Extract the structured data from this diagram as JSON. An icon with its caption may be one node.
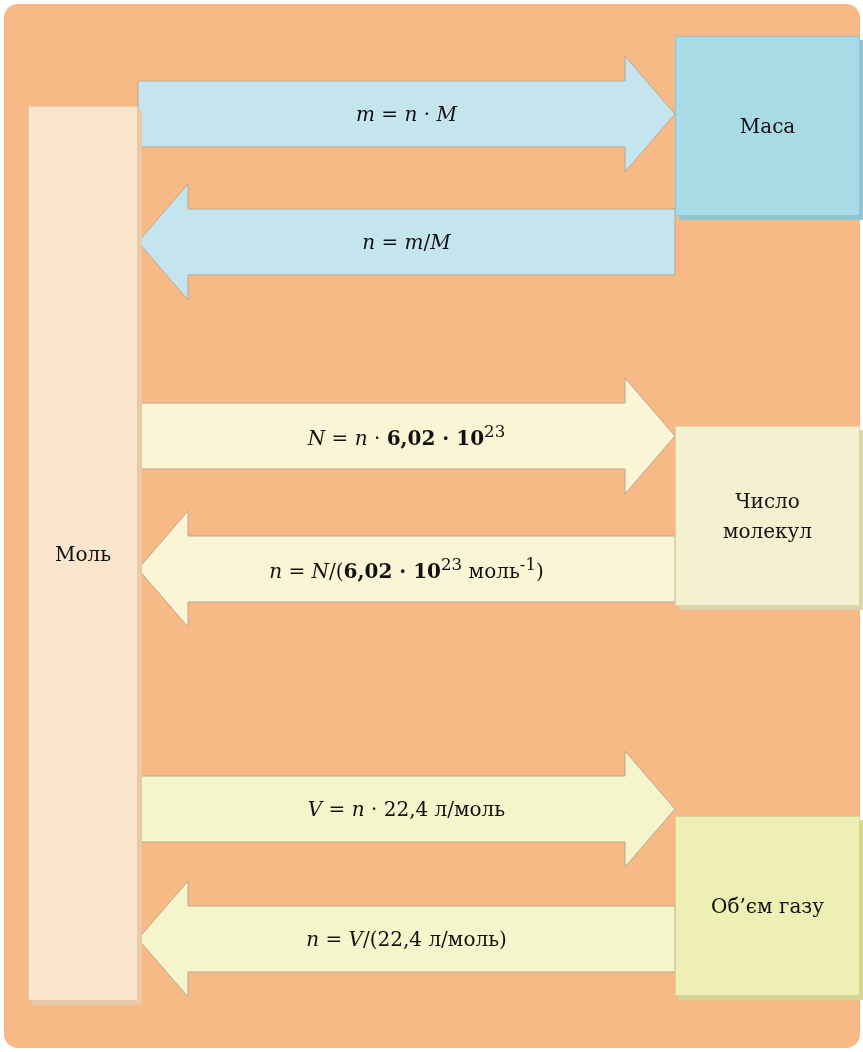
{
  "diagram": {
    "nodes": [
      {
        "text": [
          "Моль"
        ]
      },
      {
        "text": [
          "Маса"
        ]
      },
      {
        "text": [
          "Число молекул"
        ]
      },
      {
        "text": [
          "Об’єм газу"
        ]
      }
    ],
    "edges": [
      {
        "from": 0,
        "to": 1,
        "arrow": "to",
        "label": "*m* = *n* · *M*",
        "color": "#c4e4ee"
      },
      {
        "from": 1,
        "to": 0,
        "arrow": "to",
        "label": "*n* = *m*/*M*",
        "color": "#c4e4ee"
      },
      {
        "from": 0,
        "to": 2,
        "arrow": "to",
        "label": "*N* = *n* · **6,02 · 10**$^{23}$",
        "color": "#fbf5d6"
      },
      {
        "from": 2,
        "to": 0,
        "arrow": "to",
        "label": "*n* = *N*/(**6,02 · 10**$^{23}$ моль$^{-1}$)",
        "color": "#fbf5d6"
      },
      {
        "from": 0,
        "to": 3,
        "arrow": "to",
        "label": "*V* = *n* · 22,4 л/моль",
        "color": "#f5f5cc"
      },
      {
        "from": 3,
        "to": 0,
        "arrow": "to",
        "label": "*n* = *V*/(22,4 л/моль)",
        "color": "#f5f5cc"
      }
    ]
  }
}
